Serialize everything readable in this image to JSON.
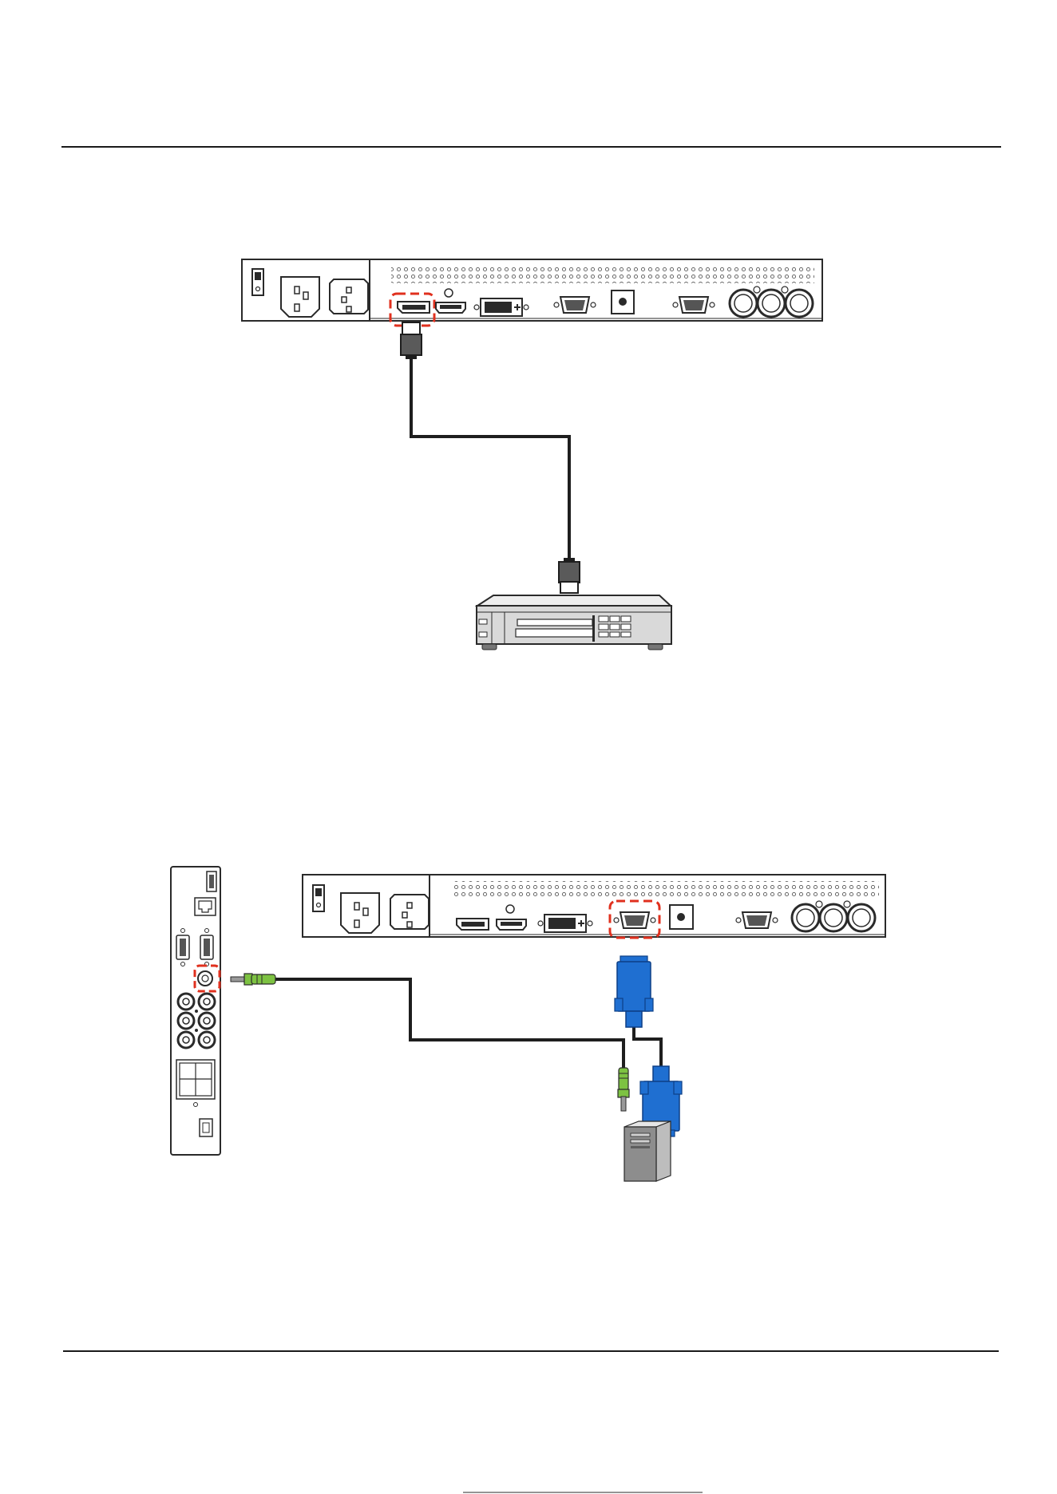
{
  "colors": {
    "ink": "#1e1e1e",
    "outline": "#2a2a2a",
    "highlight": "#e0301e",
    "vga_blue": "#1f6fd1",
    "vga_blue_dark": "#0d3f86",
    "audio_green": "#7dc242",
    "device_gray": "#d9d9d9",
    "tower_gray": "#8d8d8d"
  },
  "diagrams": [
    {
      "id": "hdmi-connection",
      "highlighted_port": "hdmi-port",
      "source_device": "dvd-player-icon",
      "cable": "hdmi-cable"
    },
    {
      "id": "vga-connection",
      "highlighted_ports": [
        "vga-in-port",
        "audio-in-jack"
      ],
      "source_device": "pc-tower-icon",
      "cables": [
        "vga-cable",
        "audio-cable"
      ]
    }
  ]
}
